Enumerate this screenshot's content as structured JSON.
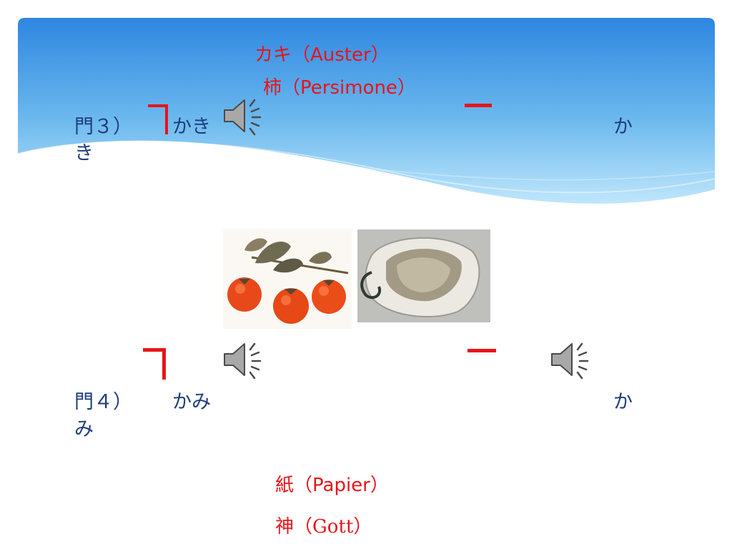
{
  "slide": {
    "q3": {
      "annotation_oyster": "カキ（Auster）",
      "annotation_persimmon": "柿（Persimone）",
      "label": "門３）",
      "word_a": "かき",
      "word_b_line1": "か",
      "word_b_line2": "き"
    },
    "q4": {
      "label": "門４）",
      "word_a": "かみ",
      "word_b_line1": "か",
      "word_b_line2": "み",
      "annotation_paper": "紙（Papier）",
      "annotation_god": "神（Gott）"
    },
    "icons": {
      "speaker": "speaker-icon",
      "pitch_fall": "pitch-fall-icon",
      "pitch_flat": "pitch-flat-icon"
    },
    "colors": {
      "accent_red": "#e8141b",
      "text_blue": "#1f3d7a",
      "header_blue": "#2e86e0",
      "header_light": "#bfe6fb"
    }
  }
}
